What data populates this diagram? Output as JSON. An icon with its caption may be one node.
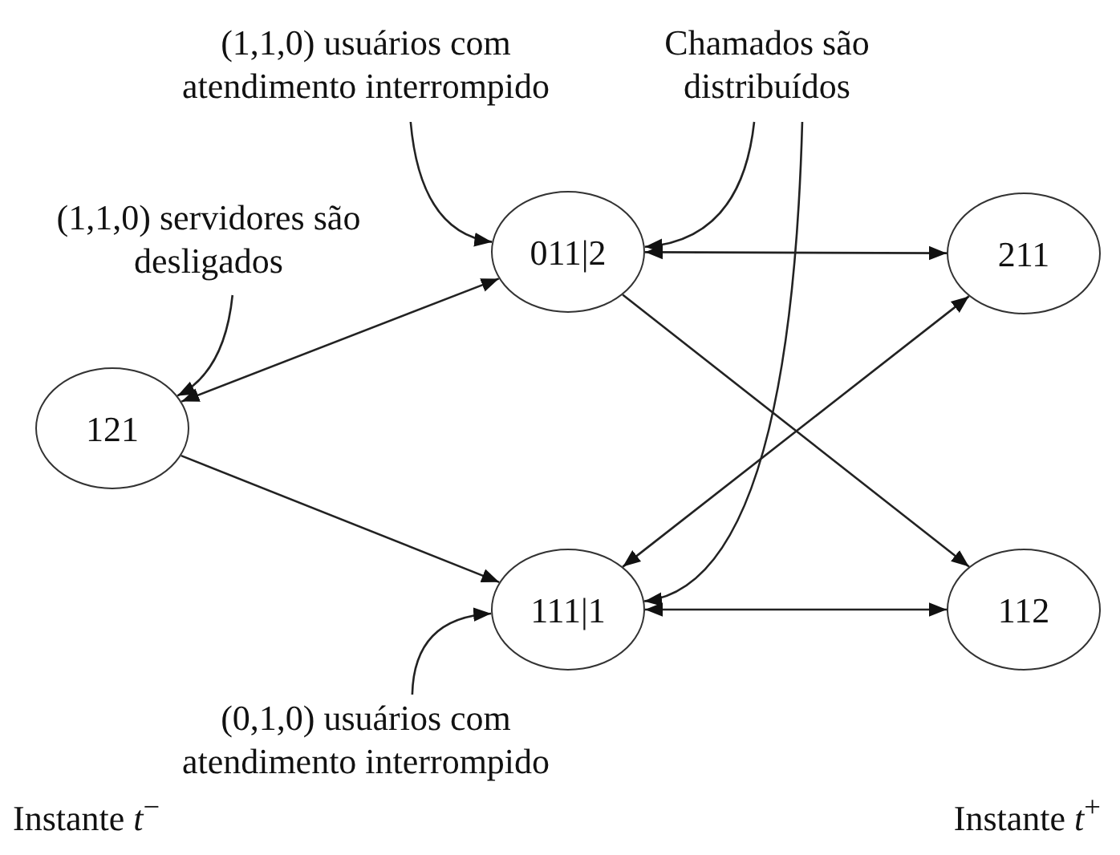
{
  "diagram": {
    "nodes": [
      {
        "text": [
          "(1,1,0) usuários com atendimento interrompido"
        ]
      },
      {
        "text": [
          "Chamados são distribuídos"
        ]
      },
      {
        "text": [
          "(1,1,0) servidores são desligados"
        ]
      },
      {
        "text": [
          "121"
        ]
      },
      {
        "text": [
          "011|2"
        ]
      },
      {
        "text": [
          "111|1"
        ]
      },
      {
        "text": [
          "211"
        ]
      },
      {
        "text": [
          "112"
        ]
      },
      {
        "text": [
          "(0,1,0) usuários com atendimento interrompido"
        ]
      }
    ],
    "edges": [
      {
        "from": 3,
        "to": 4,
        "arrow": "both"
      },
      {
        "from": 3,
        "to": 5,
        "arrow": "to"
      },
      {
        "from": 4,
        "to": 6,
        "arrow": "both"
      },
      {
        "from": 4,
        "to": 7,
        "arrow": "to"
      },
      {
        "from": 5,
        "to": 6,
        "arrow": "both"
      },
      {
        "from": 5,
        "to": 7,
        "arrow": "both"
      },
      {
        "from": 0,
        "to": 4,
        "arrow": "to"
      },
      {
        "from": 2,
        "to": 3,
        "arrow": "to"
      },
      {
        "from": 1,
        "to": 4,
        "arrow": "to"
      },
      {
        "from": 1,
        "to": 5,
        "arrow": "to"
      },
      {
        "from": 8,
        "to": 5,
        "arrow": "to"
      }
    ],
    "labels": [
      "Instante *t*$^{−}$",
      "Instante *t*$^{+}$"
    ]
  }
}
